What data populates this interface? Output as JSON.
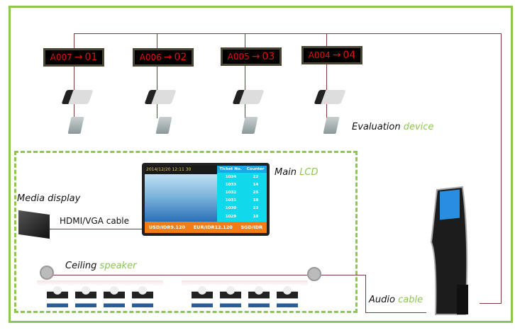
{
  "queue_displays": [
    {
      "ticket": "A007",
      "arrow": "→",
      "counter": "01"
    },
    {
      "ticket": "A006",
      "arrow": "→",
      "counter": "02"
    },
    {
      "ticket": "A005",
      "arrow": "→",
      "counter": "03"
    },
    {
      "ticket": "A004",
      "arrow": "→",
      "counter": "04"
    }
  ],
  "labels": {
    "evaluation": {
      "a": "Evaluation",
      "b": "device"
    },
    "main_lcd": {
      "a": "Main",
      "b": "LCD"
    },
    "media_display": "Media display",
    "hdmi": "HDMI/VGA cable",
    "ceiling": {
      "a": "Ceiling",
      "b": "speaker"
    },
    "audio": {
      "a": "Audio",
      "b": "cable"
    }
  },
  "lcd": {
    "datetime": "2014/12/20  12:11 30",
    "headers": [
      "Ticket No.",
      "Counter"
    ],
    "rows": [
      [
        "1034",
        "22"
      ],
      [
        "1033",
        "14"
      ],
      [
        "1032",
        "25"
      ],
      [
        "1031",
        "18"
      ],
      [
        "1030",
        "23"
      ],
      [
        "1029",
        "18"
      ]
    ],
    "ticker": [
      "USD/IDR9.120",
      "EUR/IDR12.120",
      "SGD/IDR"
    ]
  },
  "colors": {
    "border": "#8cc653",
    "wire": "#7a3a3a",
    "display_text": "#e01010",
    "ticker": "#f57c10",
    "table": "#12d8ec"
  }
}
